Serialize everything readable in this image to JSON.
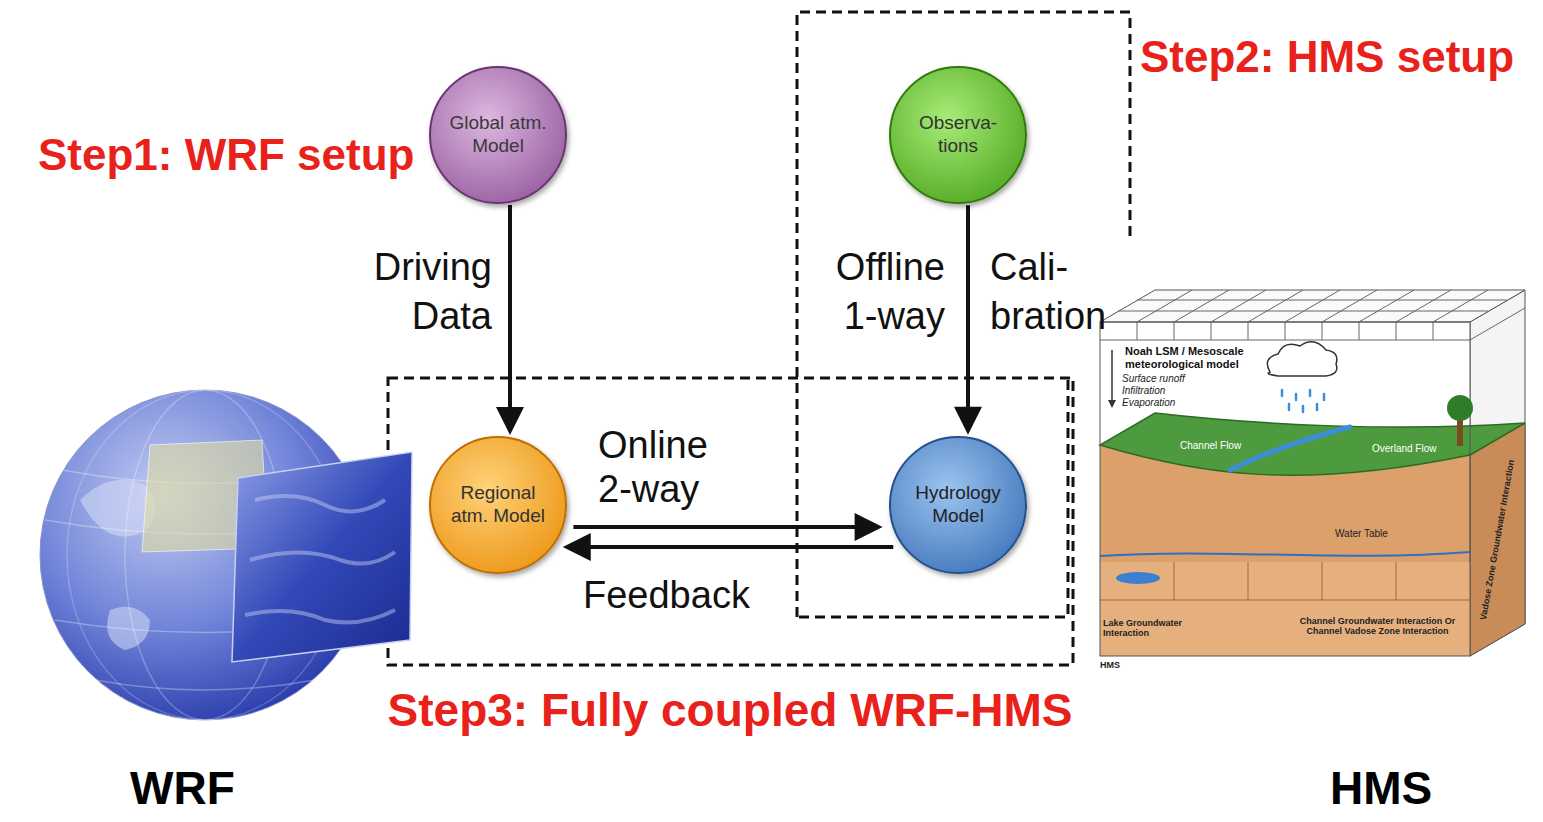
{
  "diagram": {
    "nodes": [
      {
        "text": [
          "Global atm. Model"
        ]
      },
      {
        "text": [
          "Observa- tions"
        ]
      },
      {
        "text": [
          "Regional atm. Model"
        ]
      },
      {
        "text": [
          "Hydrology Model"
        ]
      }
    ],
    "edges": [
      {
        "from": 0,
        "to": 2,
        "arrow": "to",
        "label": "Driving Data"
      },
      {
        "from": 1,
        "to": 3,
        "arrow": "to",
        "label": "Offline 1-way"
      },
      {
        "from": 2,
        "to": 3,
        "arrow": "to",
        "label": "Online 2-way"
      },
      {
        "from": 3,
        "to": 2,
        "arrow": "to",
        "label": "Feedback"
      }
    ],
    "labels": [
      "Step1: WRF setup",
      "Step2: HMS setup",
      "Step3: Fully coupled WRF-HMS",
      "Cali- bration",
      "WRF",
      "HMS",
      "Noah LSM / Mesoscale meteorological model",
      "Surface runoff",
      "Infiltration",
      "Evaporation",
      "Overland Flow",
      "Channel Flow",
      "Water Table",
      "Lake Groundwater Interaction",
      "Channel Groundwater Interaction Or Channel Vadose Zone Interaction",
      "Vadose Zone Groundwater Interaction",
      "HMS"
    ]
  }
}
